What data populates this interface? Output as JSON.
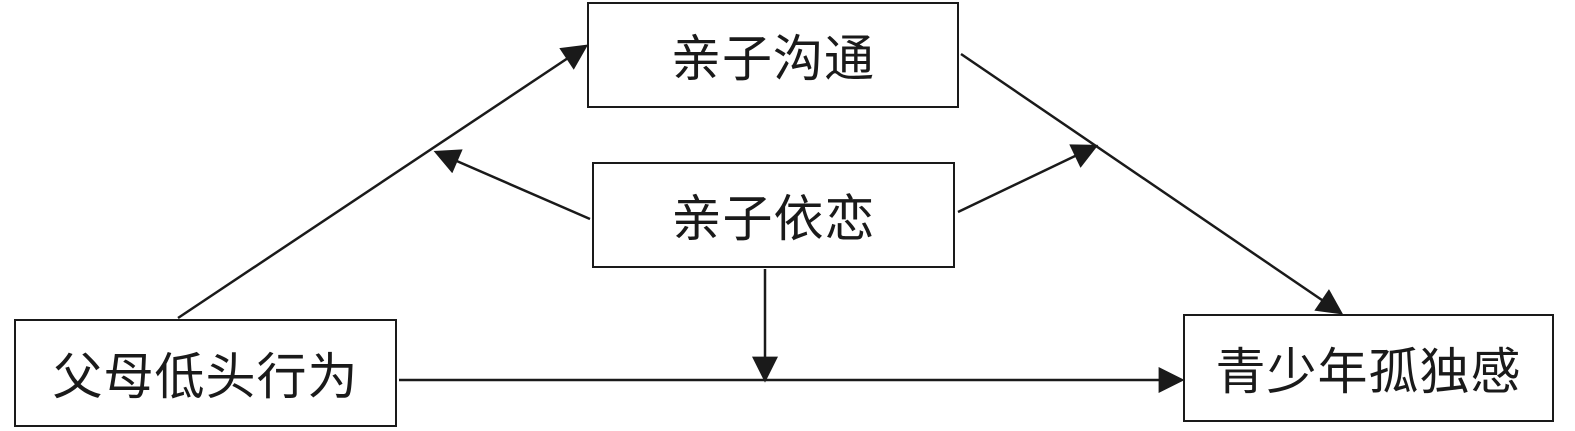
{
  "diagram": {
    "nodes": {
      "parent_child_communication": "亲子沟通",
      "parent_child_attachment": "亲子依恋",
      "parental_phubbing": "父母低头行为",
      "adolescent_loneliness": "青少年孤独感"
    },
    "edges": [
      {
        "from": "父母低头行为",
        "to": "亲子沟通",
        "kind": "effect"
      },
      {
        "from": "亲子沟通",
        "to": "青少年孤独感",
        "kind": "effect"
      },
      {
        "from": "父母低头行为",
        "to": "青少年孤独感",
        "kind": "effect"
      },
      {
        "from": "亲子依恋",
        "to": "父母低头行为 → 亲子沟通",
        "kind": "moderation"
      },
      {
        "from": "亲子依恋",
        "to": "亲子沟通 → 青少年孤独感",
        "kind": "moderation"
      },
      {
        "from": "亲子依恋",
        "to": "父母低头行为 → 青少年孤独感",
        "kind": "moderation"
      }
    ],
    "stroke_color": "#1a1a1a"
  }
}
